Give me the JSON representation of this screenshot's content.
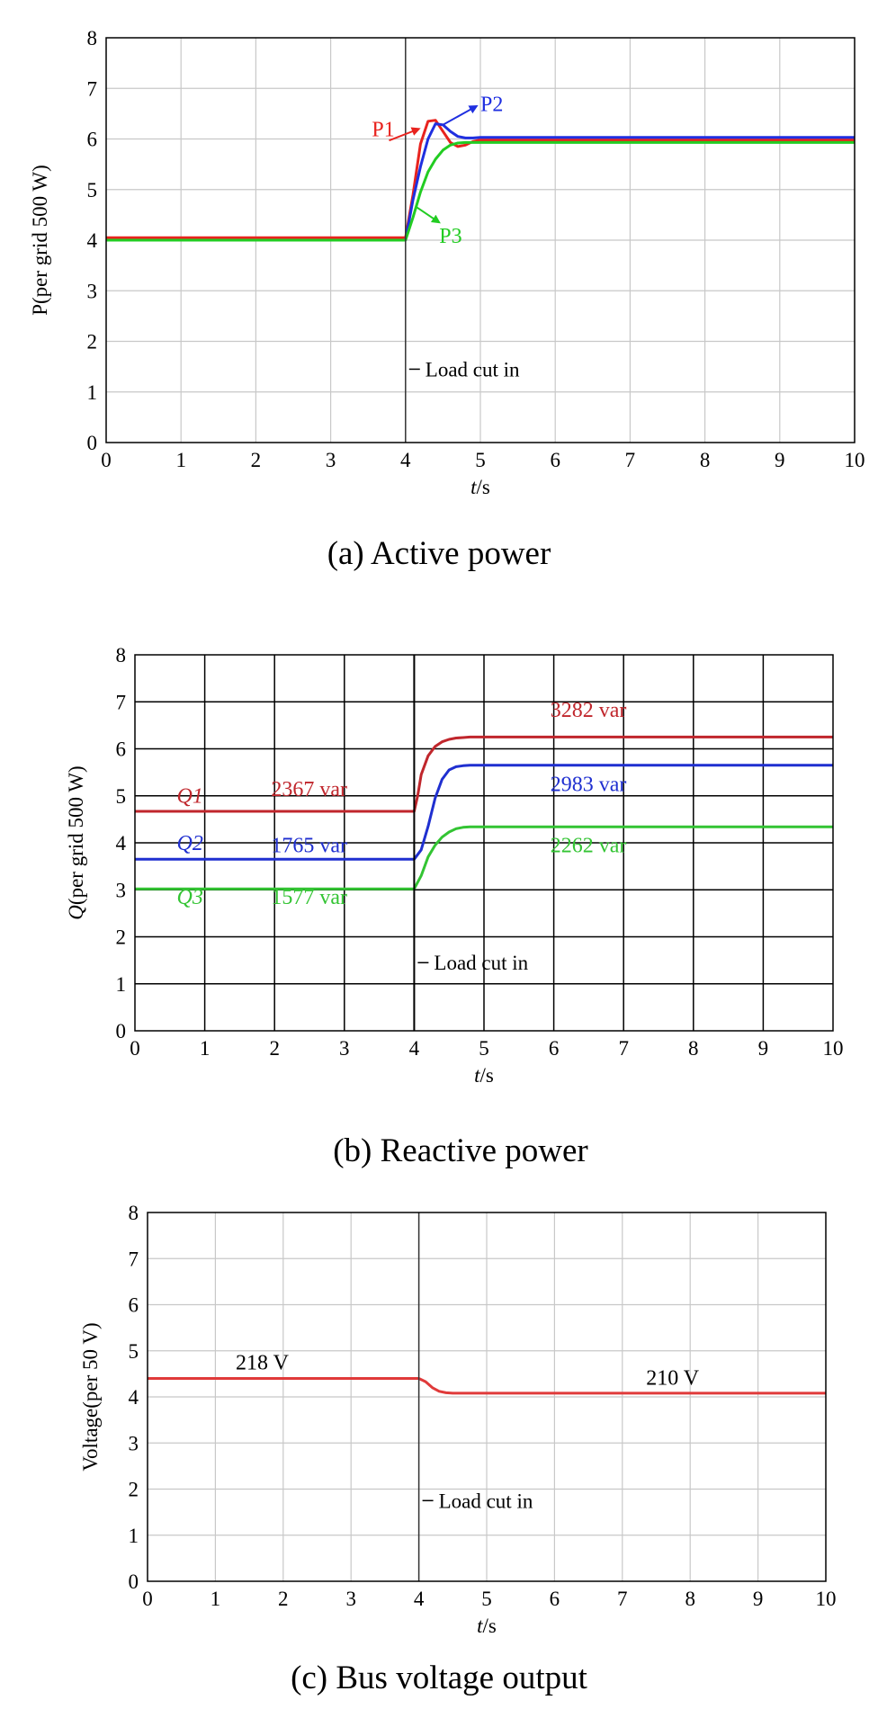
{
  "chart_data": [
    {
      "type": "line",
      "caption": "(a) Active power",
      "xlabel": {
        "italic": "t",
        "rest": "/s"
      },
      "ylabel": "P(per grid 500 W)",
      "xlim": [
        0,
        10
      ],
      "ylim": [
        0,
        8
      ],
      "xticks": [
        0,
        1,
        2,
        3,
        4,
        5,
        6,
        7,
        8,
        9,
        10
      ],
      "yticks": [
        0,
        1,
        2,
        3,
        4,
        5,
        6,
        7,
        8
      ],
      "grid": true,
      "event": {
        "x": 4,
        "label": "Load cut in",
        "label_y": 1.45
      },
      "series": [
        {
          "name": "P1",
          "color": "#e8231e",
          "x": [
            0,
            4.0,
            4.1,
            4.2,
            4.3,
            4.4,
            4.5,
            4.6,
            4.7,
            4.8,
            4.9,
            5.0,
            10
          ],
          "y": [
            4.05,
            4.05,
            4.9,
            5.9,
            6.35,
            6.37,
            6.15,
            5.93,
            5.85,
            5.88,
            5.95,
            5.98,
            5.98
          ]
        },
        {
          "name": "P2",
          "color": "#1f2fe0",
          "x": [
            0,
            4.0,
            4.1,
            4.2,
            4.3,
            4.4,
            4.5,
            4.6,
            4.7,
            4.8,
            4.9,
            5.0,
            10
          ],
          "y": [
            4.0,
            4.0,
            4.8,
            5.45,
            6.0,
            6.3,
            6.28,
            6.15,
            6.05,
            6.02,
            6.02,
            6.03,
            6.03
          ]
        },
        {
          "name": "P3",
          "color": "#22cc22",
          "x": [
            0,
            4.0,
            4.1,
            4.2,
            4.3,
            4.4,
            4.5,
            4.6,
            4.7,
            4.8,
            5.0,
            10
          ],
          "y": [
            4.0,
            4.0,
            4.45,
            4.95,
            5.35,
            5.6,
            5.78,
            5.88,
            5.92,
            5.93,
            5.93,
            5.93
          ]
        }
      ],
      "annotations": [
        {
          "text": "P1",
          "color": "#e8231e",
          "x": 3.55,
          "y": 6.05,
          "arrow_from": [
            3.78,
            5.97
          ],
          "arrow_to": [
            4.18,
            6.2
          ]
        },
        {
          "text": "P2",
          "color": "#1f2fe0",
          "x": 5.0,
          "y": 6.55,
          "arrow_from": [
            4.5,
            6.28
          ],
          "arrow_to": [
            4.95,
            6.65
          ]
        },
        {
          "text": "P3",
          "color": "#22cc22",
          "x": 4.45,
          "y": 3.95,
          "arrow_from": [
            4.15,
            4.65
          ],
          "arrow_to": [
            4.45,
            4.35
          ]
        }
      ]
    },
    {
      "type": "line",
      "caption": "(b) Reactive power",
      "xlabel": {
        "italic": "t",
        "rest": "/s"
      },
      "ylabel": {
        "italic": "Q",
        "rest": "(per grid 500 W)"
      },
      "xlim": [
        0,
        10
      ],
      "ylim": [
        0,
        8
      ],
      "xticks": [
        0,
        1,
        2,
        3,
        4,
        5,
        6,
        7,
        8,
        9,
        10
      ],
      "yticks": [
        0,
        1,
        2,
        3,
        4,
        5,
        6,
        7,
        8
      ],
      "grid": true,
      "event": {
        "x": 4,
        "label": "Load cut in",
        "label_y": 1.45
      },
      "series": [
        {
          "name": "Q1",
          "color": "#c0262c",
          "x": [
            0,
            4.0,
            4.05,
            4.1,
            4.2,
            4.3,
            4.4,
            4.5,
            4.6,
            4.7,
            4.8,
            10
          ],
          "y": [
            4.67,
            4.67,
            5.0,
            5.45,
            5.85,
            6.05,
            6.15,
            6.2,
            6.23,
            6.24,
            6.25,
            6.25
          ]
        },
        {
          "name": "Q2",
          "color": "#1f2fd0",
          "x": [
            0,
            4.0,
            4.1,
            4.2,
            4.3,
            4.4,
            4.5,
            4.6,
            4.7,
            4.8,
            10
          ],
          "y": [
            3.65,
            3.65,
            3.85,
            4.35,
            4.95,
            5.35,
            5.55,
            5.62,
            5.64,
            5.65,
            5.65
          ]
        },
        {
          "name": "Q3",
          "color": "#33c433",
          "x": [
            0,
            4.0,
            4.1,
            4.2,
            4.3,
            4.4,
            4.5,
            4.6,
            4.7,
            4.8,
            10
          ],
          "y": [
            3.02,
            3.02,
            3.3,
            3.7,
            3.95,
            4.12,
            4.23,
            4.3,
            4.33,
            4.34,
            4.34
          ]
        }
      ],
      "labels": [
        {
          "text": "Q1",
          "color": "#c0262c",
          "italic": true,
          "x": 0.6,
          "y": 4.85
        },
        {
          "text": "Q2",
          "color": "#1f2fd0",
          "italic": true,
          "x": 0.6,
          "y": 3.85
        },
        {
          "text": "Q3",
          "color": "#33c433",
          "italic": true,
          "x": 0.6,
          "y": 2.7
        },
        {
          "text": "2367 var",
          "color": "#c0262c",
          "italic": false,
          "x": 1.95,
          "y": 5.0
        },
        {
          "text": "1765 var",
          "color": "#1f2fd0",
          "italic": false,
          "x": 1.95,
          "y": 3.8
        },
        {
          "text": "1577 var",
          "color": "#33c433",
          "italic": false,
          "x": 1.95,
          "y": 2.7
        },
        {
          "text": "3282 var",
          "color": "#c0262c",
          "italic": false,
          "x": 5.95,
          "y": 6.68
        },
        {
          "text": "2983 var",
          "color": "#1f2fd0",
          "italic": false,
          "x": 5.95,
          "y": 5.1
        },
        {
          "text": "2262 var",
          "color": "#33c433",
          "italic": false,
          "x": 5.95,
          "y": 3.8
        }
      ]
    },
    {
      "type": "line",
      "caption": "(c) Bus voltage output",
      "xlabel": {
        "italic": "t",
        "rest": "/s"
      },
      "ylabel": "Voltage(per 50 V)",
      "xlim": [
        0,
        10
      ],
      "ylim": [
        0,
        8
      ],
      "xticks": [
        0,
        1,
        2,
        3,
        4,
        5,
        6,
        7,
        8,
        9,
        10
      ],
      "yticks": [
        0,
        1,
        2,
        3,
        4,
        5,
        6,
        7,
        8
      ],
      "grid": true,
      "event": {
        "x": 4,
        "label": "Load cut in",
        "label_y": 1.75
      },
      "series": [
        {
          "name": "Voltage",
          "color": "#e03a3a",
          "x": [
            0,
            4.0,
            4.1,
            4.2,
            4.3,
            4.4,
            4.5,
            10
          ],
          "y": [
            4.4,
            4.4,
            4.33,
            4.2,
            4.12,
            4.09,
            4.08,
            4.08
          ]
        }
      ],
      "labels": [
        {
          "text": "218 V",
          "color": "#000000",
          "italic": false,
          "x": 1.3,
          "y": 4.6
        },
        {
          "text": "210 V",
          "color": "#000000",
          "italic": false,
          "x": 7.35,
          "y": 4.26
        }
      ]
    }
  ]
}
